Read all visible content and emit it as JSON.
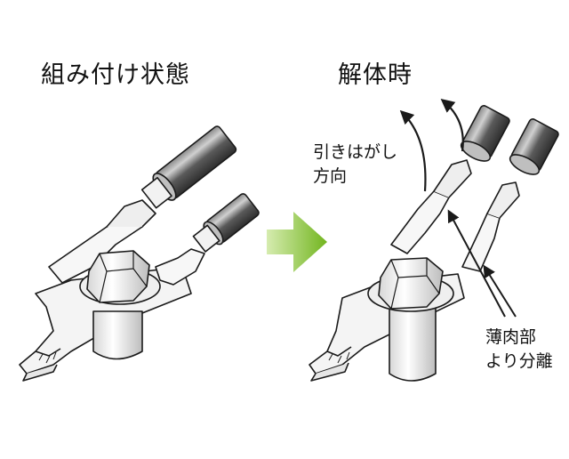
{
  "titles": {
    "assembled": "組み付け状態",
    "disassembled": "解体時"
  },
  "annotations": {
    "peel_direction": "引きはがし\n方向",
    "thin_section": "薄肉部\nより分離"
  },
  "arrow_icon": "right-arrow-icon",
  "colors": {
    "arrow_start": "#d6ecb0",
    "arrow_end": "#72b51f",
    "ink": "#1a1a1a",
    "cable_dark": "#4a4a4a",
    "cable_light": "#b5b5b5",
    "metal_light": "#f2f2f2",
    "metal_mid": "#d9d9d9"
  }
}
